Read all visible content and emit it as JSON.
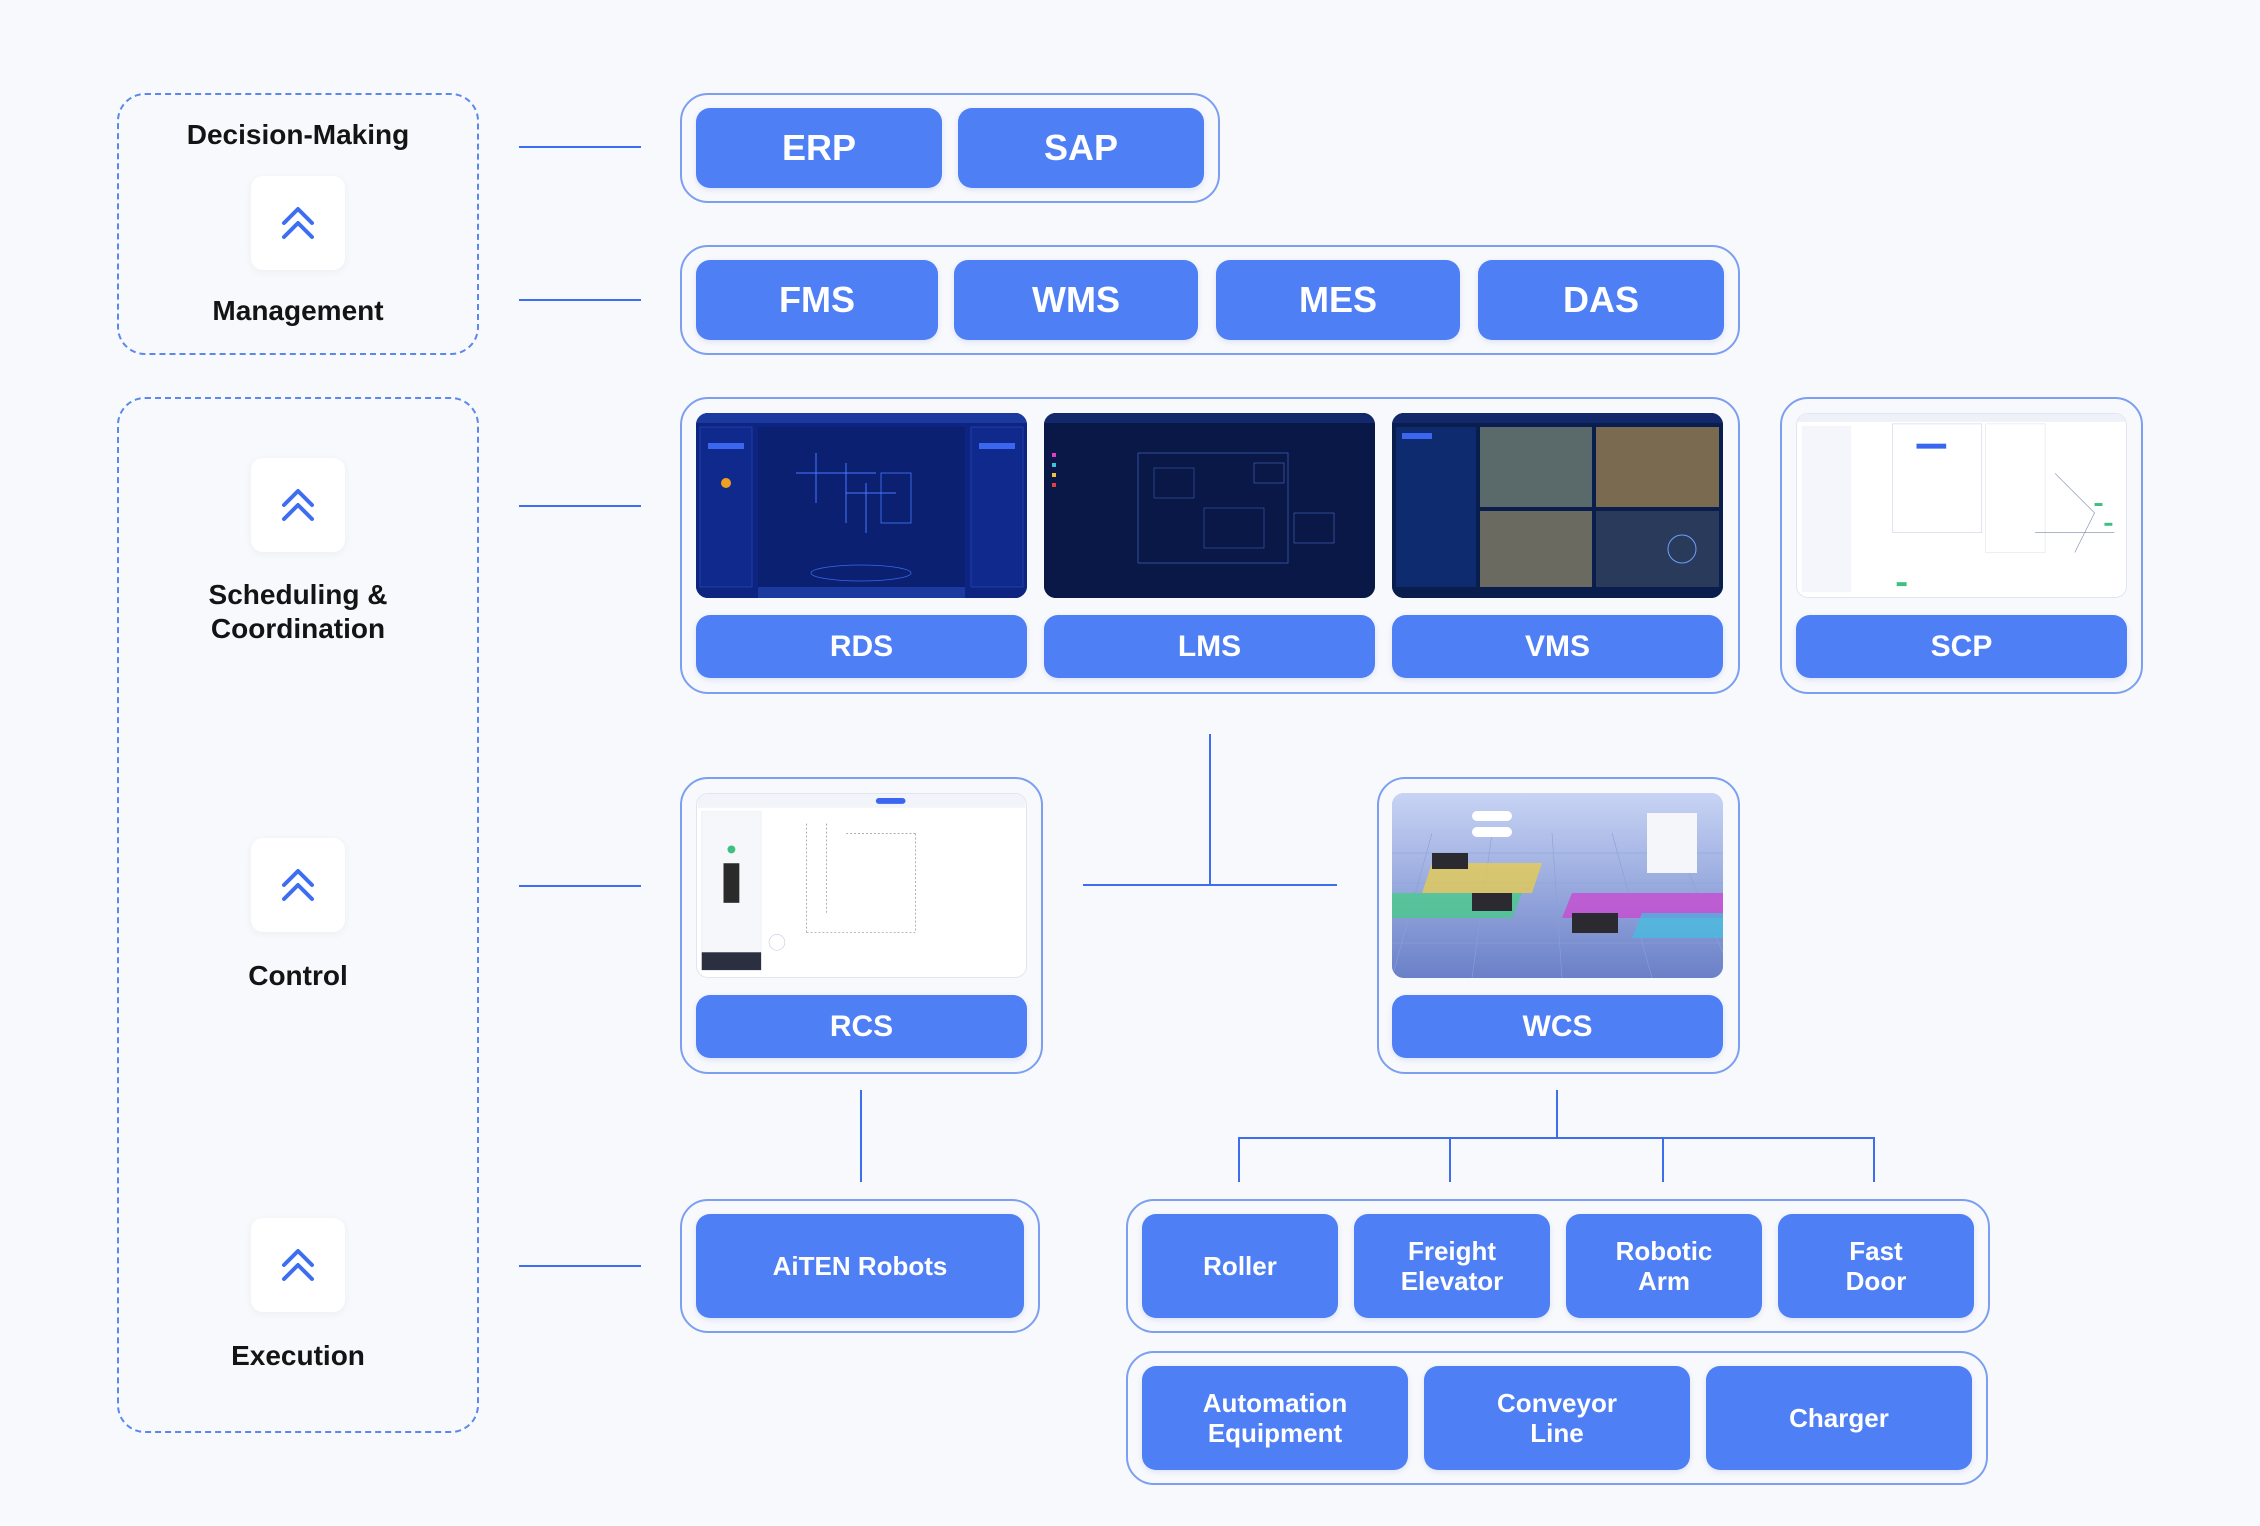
{
  "layers": {
    "decision": "Decision-Making",
    "management": "Management",
    "scheduling": "Scheduling &\nCoordination",
    "control": "Control",
    "execution": "Execution"
  },
  "icons": {
    "layer_arrow": "double-chevron-up-icon"
  },
  "decision_systems": [
    "ERP",
    "SAP"
  ],
  "management_systems": [
    "FMS",
    "WMS",
    "MES",
    "DAS"
  ],
  "scheduling_systems": [
    "RDS",
    "LMS",
    "VMS",
    "SCP"
  ],
  "control_systems": [
    "RCS",
    "WCS"
  ],
  "robots": "AiTEN Robots",
  "devices_row1": [
    "Roller",
    "Freight\nElevator",
    "Robotic\nArm",
    "Fast\nDoor"
  ],
  "devices_row2": [
    "Automation\nEquipment",
    "Conveyor\nLine",
    "Charger"
  ],
  "colors": {
    "accent": "#4f7ff5",
    "outline": "#7c9ff2",
    "line": "#3d6ef0",
    "background": "#f8f9fc"
  }
}
